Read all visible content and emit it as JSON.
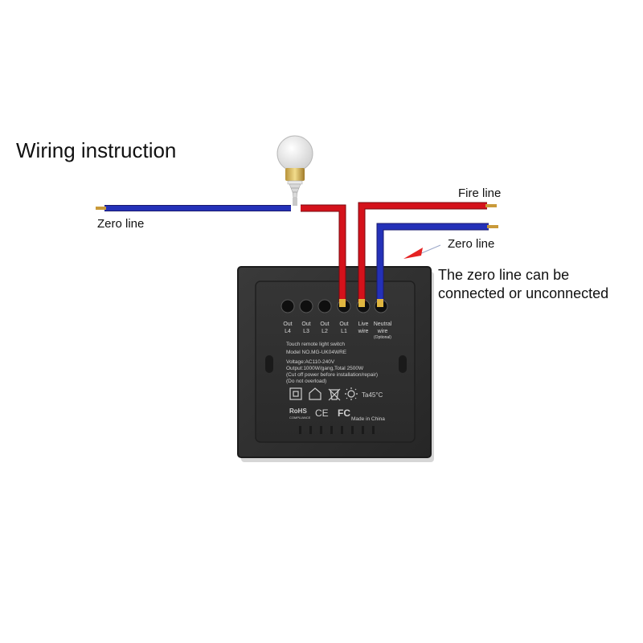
{
  "title": "Wiring instruction",
  "labels": {
    "zero_line_left": "Zero line",
    "fire_line": "Fire line",
    "zero_line_right": "Zero line",
    "note_line1": "The zero line can be",
    "note_line2": "connected or unconnected"
  },
  "terminals": [
    {
      "top": "Out",
      "bottom": "L4"
    },
    {
      "top": "Out",
      "bottom": "L3"
    },
    {
      "top": "Out",
      "bottom": "L2"
    },
    {
      "top": "Out",
      "bottom": "L1"
    },
    {
      "top": "Live",
      "bottom": "wire"
    },
    {
      "top": "Neutral",
      "bottom": "wire",
      "note": "(Optional)"
    }
  ],
  "specs": {
    "line1": "Touch remote light switch",
    "line2": "Model NO.MG-UK04WRE",
    "line3": "Voltage:AC110-240V",
    "line4": "Output:1000W/gang,Total 2500W",
    "line5": "(Cut off power before installation/repair)",
    "line6": "(Do not overload)"
  },
  "marks": {
    "temperature": "Ta45°C",
    "rohs": "RoHS",
    "rohs_sub": "COMPLIANCE",
    "ce": "CE",
    "fc": "FC",
    "made_in": "Made in China"
  },
  "colors": {
    "live_wire": "#d4121b",
    "neutral_wire": "#2431b8",
    "panel": "#2f2f2f",
    "arrow": "#e52222"
  }
}
